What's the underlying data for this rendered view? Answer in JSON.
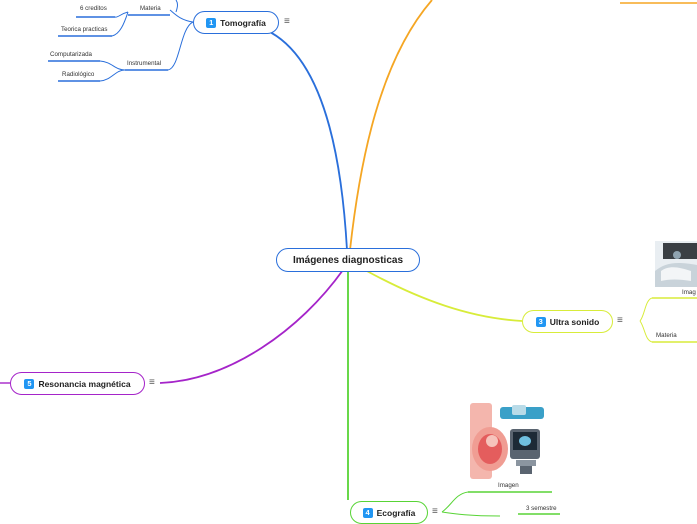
{
  "central": {
    "label": "Imágenes diagnosticas"
  },
  "branches": {
    "tomografia": {
      "num": "1",
      "label": "Tomografía",
      "leaves": {
        "materia": "Materia",
        "creditos": "6 creditos",
        "teorica": "Teorica practicas",
        "instrumental": "Instrumental",
        "computarizada": "Computarizada",
        "radiologico": "Radiológico"
      }
    },
    "ultrasonido": {
      "num": "3",
      "label": "Ultra sonido",
      "leaves": {
        "imagen": "Imag",
        "materia": "Materia"
      }
    },
    "ecografia": {
      "num": "4",
      "label": "Ecografía",
      "leaves": {
        "imagen": "Imagen",
        "semestre": "3 semestre"
      }
    },
    "resonancia": {
      "num": "5",
      "label": "Resonancia magnética"
    }
  },
  "colors": {
    "blue": "#2a6fdb",
    "orange": "#f5a623",
    "yellow": "#d8ec3a",
    "green": "#58d436",
    "purple": "#a524c9",
    "badge": "#2196f3"
  },
  "icons": {
    "menu": "≡"
  }
}
